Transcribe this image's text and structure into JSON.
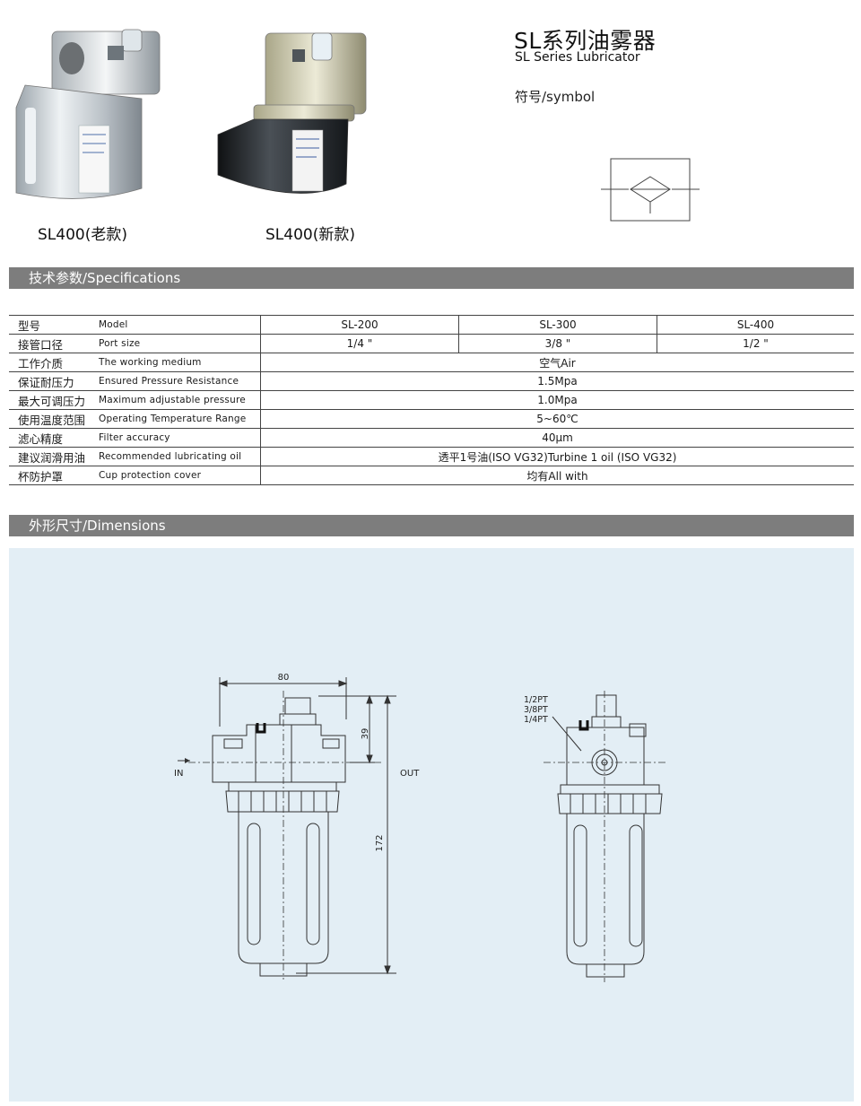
{
  "header": {
    "title_cn": "SL系列油雾器",
    "title_en": "SL Series Lubricator",
    "symbol_label": "符号/symbol"
  },
  "products": [
    {
      "caption": "SL400(老款)",
      "bowl_color": "#cfd6db",
      "body_color": "#c7ccd0"
    },
    {
      "caption": "SL400(新款)",
      "bowl_color": "#2b2f33",
      "body_color": "#c9c6a8"
    }
  ],
  "specs": {
    "heading": "技术参数/Specifications",
    "rows": [
      {
        "cn": "型号",
        "en": "Model",
        "values": [
          "SL-200",
          "SL-300",
          "SL-400"
        ]
      },
      {
        "cn": "接管口径",
        "en": "Port size",
        "values": [
          "1/4 \"",
          "3/8 \"",
          "1/2 \""
        ]
      },
      {
        "cn": "工作介质",
        "en": "The working medium",
        "value": "空气Air"
      },
      {
        "cn": "保证耐压力",
        "en": "Ensured Pressure Resistance",
        "value": "1.5Mpa"
      },
      {
        "cn": "最大可调压力",
        "en": "Maximum adjustable pressure",
        "value": "1.0Mpa"
      },
      {
        "cn": "使用温度范围",
        "en": "Operating Temperature Range",
        "value": "5~60℃"
      },
      {
        "cn": "滤心精度",
        "en": "Filter accuracy",
        "value": "40μm"
      },
      {
        "cn": "建议润滑用油",
        "en": "Recommended lubricating oil",
        "value": "透平1号油(ISO VG32)Turbine 1 oil (ISO VG32)"
      },
      {
        "cn": "杯防护罩",
        "en": "Cup protection cover",
        "value": "均有All with"
      }
    ]
  },
  "dimensions": {
    "heading": "外形尺寸/Dimensions",
    "width_label": "80",
    "top_height_label": "39",
    "total_height_label": "172",
    "inlet_label": "IN",
    "outlet_label": "OUT",
    "port_labels": [
      "1/2PT",
      "3/8PT",
      "1/4PT"
    ],
    "panel_color": "#e3eef5"
  },
  "colors": {
    "section_bar": "#7d7d7d",
    "line": "#333333"
  }
}
